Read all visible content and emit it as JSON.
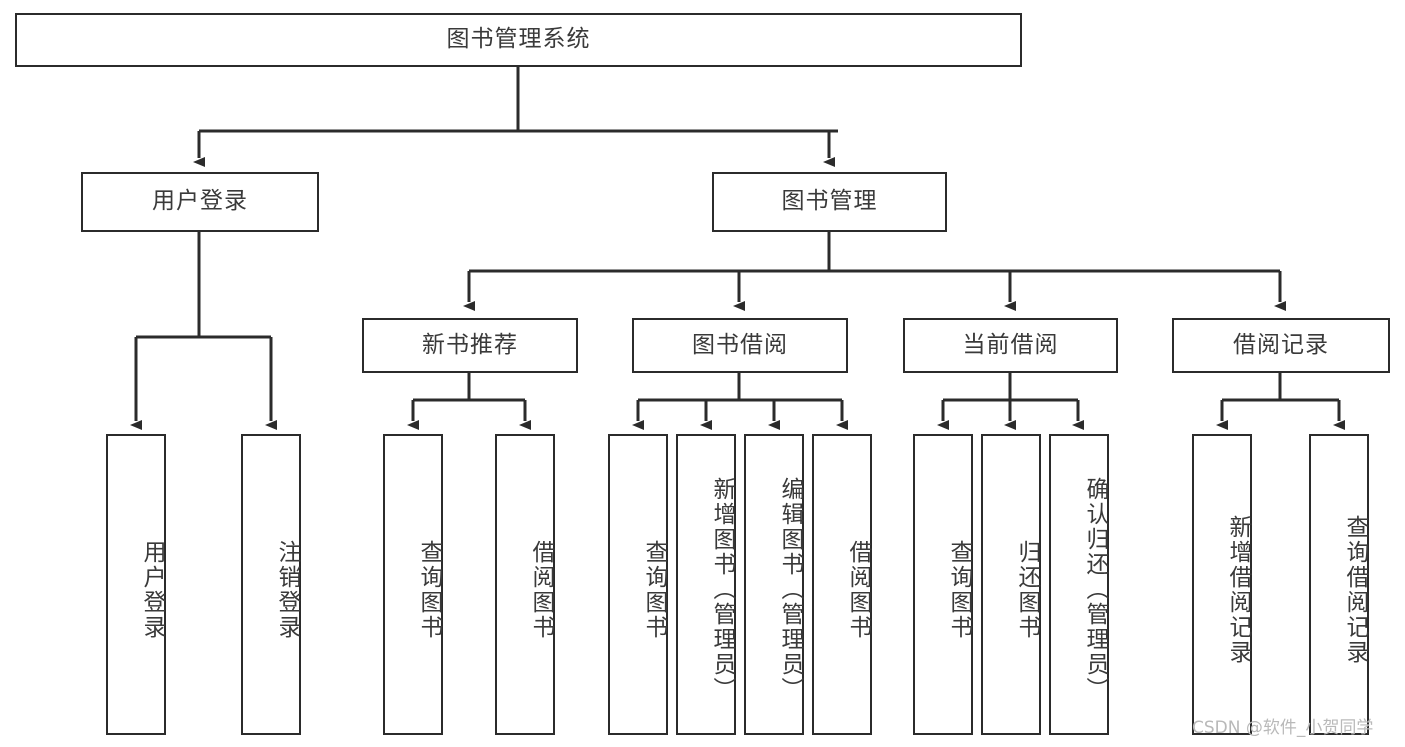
{
  "diagram": {
    "type": "tree-hierarchy-diagram",
    "title": "图书管理系统",
    "colors": {
      "box_border": "#2b2b2b",
      "box_fill": "#ffffff",
      "text": "#3a3a3a",
      "edge": "#2b2b2b",
      "watermark": "#b9b9b9",
      "background": "#ffffff"
    },
    "levels": {
      "root": {
        "label": "图书管理系统"
      },
      "level2": [
        {
          "id": "user-login",
          "label": "用户登录"
        },
        {
          "id": "book-management",
          "label": "图书管理"
        }
      ],
      "level3": [
        {
          "id": "new-book-recommend",
          "label": "新书推荐",
          "parent": "book-management"
        },
        {
          "id": "book-borrow",
          "label": "图书借阅",
          "parent": "book-management"
        },
        {
          "id": "current-borrow",
          "label": "当前借阅",
          "parent": "book-management"
        },
        {
          "id": "borrow-record",
          "label": "借阅记录",
          "parent": "book-management"
        }
      ],
      "leaves": [
        {
          "id": "leaf-user-login",
          "label": "用户登录",
          "parent": "user-login"
        },
        {
          "id": "leaf-logout",
          "label": "注销登录",
          "parent": "user-login"
        },
        {
          "id": "leaf-query-book-1",
          "label": "查询图书",
          "parent": "new-book-recommend"
        },
        {
          "id": "leaf-borrow-book-1",
          "label": "借阅图书",
          "parent": "new-book-recommend"
        },
        {
          "id": "leaf-query-book-2",
          "label": "查询图书",
          "parent": "book-borrow"
        },
        {
          "id": "leaf-add-book",
          "label": "新增图书（管理员）",
          "parent": "book-borrow"
        },
        {
          "id": "leaf-edit-book",
          "label": "编辑图书（管理员）",
          "parent": "book-borrow"
        },
        {
          "id": "leaf-borrow-book-2",
          "label": "借阅图书",
          "parent": "book-borrow"
        },
        {
          "id": "leaf-query-book-3",
          "label": "查询图书",
          "parent": "current-borrow"
        },
        {
          "id": "leaf-return-book",
          "label": "归还图书",
          "parent": "current-borrow"
        },
        {
          "id": "leaf-confirm-return",
          "label": "确认归还（管理员）",
          "parent": "current-borrow"
        },
        {
          "id": "leaf-add-record",
          "label": "新增借阅记录",
          "parent": "borrow-record"
        },
        {
          "id": "leaf-query-record",
          "label": "查询借阅记录",
          "parent": "borrow-record"
        }
      ]
    },
    "watermark": "CSDN @软件_小贺同学"
  }
}
